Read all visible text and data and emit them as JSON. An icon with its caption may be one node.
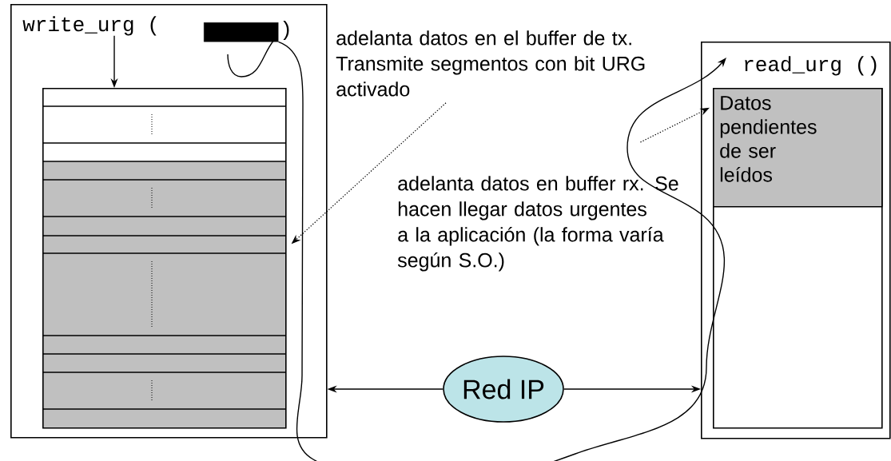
{
  "diagram": {
    "nodes": [
      {
        "text": [],
        "shape": "box"
      },
      {
        "text": [
          "write_urg ("
        ],
        "in": 0
      },
      {
        "text": [],
        "shape": "bar",
        "in": 0
      },
      {
        "text": [],
        "shape": "box",
        "in": 0
      },
      {
        "text": [],
        "shape": "box"
      },
      {
        "text": [
          "read_urg ()"
        ],
        "in": 4
      },
      {
        "text": [],
        "shape": "box",
        "in": 4
      },
      {
        "text": [
          "Datos pendientes de ser leídos"
        ],
        "in": 6
      },
      {
        "text": [
          "adelanta datos en el buffer de tx. Transmite segmentos con bit URG activado"
        ]
      },
      {
        "text": [
          "adelanta datos en buffer rx. Se hacen llegar datos urgentes a la aplicación (la forma varía según S.O.)"
        ]
      },
      {
        "text": [
          "Red IP"
        ]
      }
    ],
    "edges": [
      {
        "from": 1,
        "to": 3,
        "arrow": "to"
      },
      {
        "from": 2,
        "to": 5,
        "arrow": "to"
      },
      {
        "from": 8,
        "to": 3,
        "arrow": "to",
        "style": "dashed"
      },
      {
        "from": 9,
        "to": 7,
        "arrow": "to",
        "style": "dashed"
      },
      {
        "from": 10,
        "to": 0,
        "arrow": "to"
      },
      {
        "from": 10,
        "to": 4,
        "arrow": "to"
      }
    ],
    "labels": [
      ")"
    ]
  }
}
